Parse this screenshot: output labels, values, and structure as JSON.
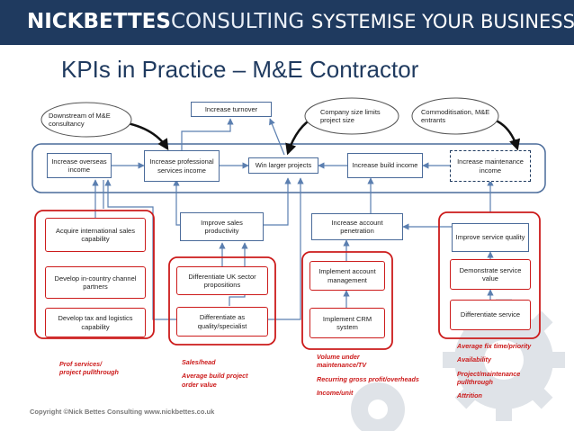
{
  "header": {
    "brand_bold": "NICKBETTES",
    "brand_light": "CONSULTING",
    "tagline": "SYSTEMISE YOUR BUSINESS"
  },
  "title": "KPIs in Practice – M&E Contractor",
  "clouds": {
    "downstream": "Downstream of M&E consultancy",
    "company_size": "Company size limits project size",
    "commoditisation": "Commoditisation, M&E entrants"
  },
  "top_box": "Increase turnover",
  "row": {
    "overseas": "Increase overseas income",
    "professional": "Increase professional services income",
    "win": "Win larger projects",
    "build": "Increase build income",
    "maintenance": "Increase maintenance income"
  },
  "left_group": {
    "acquire": "Acquire international sales capability",
    "develop_channel": "Develop in-country channel partners",
    "develop_tax": "Develop tax and logistics capability"
  },
  "mid_group": {
    "sales_productivity": "Improve sales productivity",
    "differentiate_uk": "Differentiate UK sector propositions",
    "differentiate_quality": "Differentiate as quality/specialist"
  },
  "center_group": {
    "account_penetration": "Increase account penetration",
    "account_management": "Implement account management",
    "crm": "Implement CRM system"
  },
  "right_group": {
    "service_quality": "Improve service quality",
    "service_value": "Demonstrate service value",
    "differentiate_service": "Differentiate service"
  },
  "kpis": {
    "left": [
      "Prof services/",
      "project pullthrough"
    ],
    "mid": [
      "Sales/head",
      "Average build project",
      "order value"
    ],
    "center": [
      "Volume under",
      "maintenance/TV",
      "Recurring gross profit/overheads",
      "Income/unit"
    ],
    "right": [
      "Average fix time/priority",
      "Availability",
      "Project/maintenance",
      "pullthrough",
      "Attrition"
    ]
  },
  "footer": "Copyright ©Nick Bettes Consulting   www.nickbettes.co.uk",
  "colors": {
    "banner": "#1f3a5f",
    "accent_red": "#cc1b1b",
    "box_border": "#4a6b9a",
    "arrow": "#5b7fb0"
  }
}
